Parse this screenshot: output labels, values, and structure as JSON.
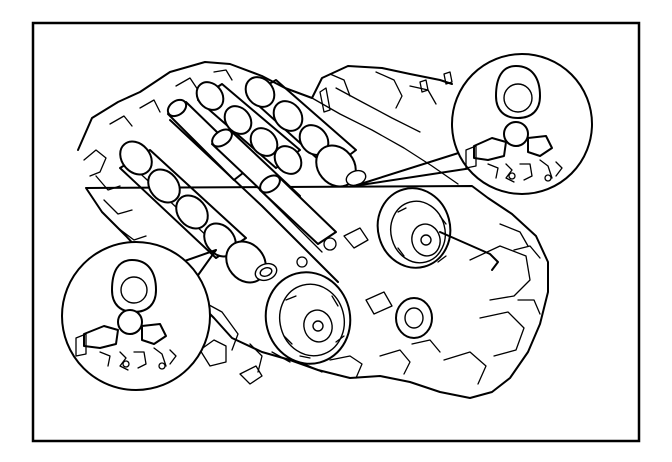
{
  "figure": {
    "background": "#ffffff",
    "line_color": "#000000",
    "content": [
      "engine-cylinder-heads",
      "camshafts",
      "camshaft-sprockets",
      "cam-lobe-detail-callouts"
    ]
  }
}
